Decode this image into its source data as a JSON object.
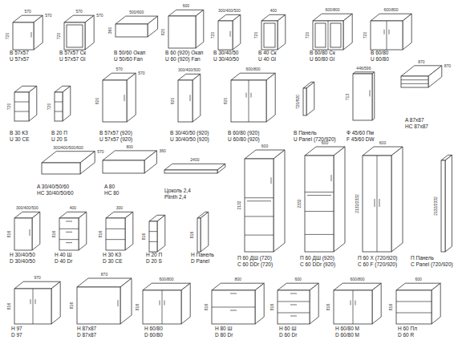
{
  "diagram": {
    "labels": [
      "B 57x57",
      "U 57x57",
      "570",
      "720",
      "570",
      "B 57x57 Ск",
      "U 57x57 Gl",
      "570",
      "720",
      "570",
      "B 50/60 Окап",
      "U 50/60 Fan",
      "500/600",
      "360",
      "B 60 (920) Окап",
      "U 60 (920) Fan",
      "600",
      "920",
      "B 30/40/50",
      "U 30/40/50",
      "300/400/500",
      "720",
      "B 40 Ск",
      "U 40 Gl",
      "400",
      "720",
      "B 60/80 Ск",
      "U 60/80 Gl",
      "600/800",
      "720",
      "B 60/80",
      "U 60/80",
      "600/800",
      "720",
      "B 30 КЗ",
      "U 30 CE",
      "720",
      "B 20 П",
      "U 20 S",
      "720",
      "B 57x57 (920)",
      "U 57x57 (920)",
      "570",
      "920",
      "570",
      "B 30/40/50 (920)",
      "U 30/40/50 (920)",
      "300/400/500",
      "920",
      "B 60/80 (920)",
      "U 60/80 (920)",
      "600/800",
      "920",
      "B Панель",
      "U Panel (720/920)",
      "720/920",
      "Ф 45/60 Пм",
      "F 45/60 DW",
      "446/596",
      "713",
      "A 87x87",
      "HC 87x87",
      "870",
      "870",
      "A 30/40/50/60",
      "HC 30/40/50/60",
      "300/400/500/600",
      "570",
      "A 80",
      "HC 80",
      "800",
      "360",
      "Цоколь 2,4",
      "Plinth 2,4",
      "2400",
      "П 60 ДШ (720)",
      "C 60 DDr (720)",
      "600",
      "2132",
      "П 60 ДШ (920)",
      "C 60 DDr (920)",
      "600",
      "2332",
      "П 60 Х (720/920)",
      "C 60 F (720/920)",
      "600",
      "2132/2332",
      "П Панель",
      "C Panel (720/920)",
      "2132/2332",
      "H 30/40/50",
      "D 30/40/50",
      "300/400/500",
      "816",
      "H 40 Ш",
      "D 40 Dr",
      "400",
      "816",
      "H 30 КЗ",
      "D 30 CE",
      "300",
      "816",
      "H 20 П",
      "D 20 S",
      "816",
      "H Панель",
      "D Panel",
      "816",
      "H 97",
      "D 97",
      "970",
      "816",
      "H 87x87",
      "D 87x87",
      "870",
      "816",
      "H 60/80",
      "D 60/80",
      "600/800",
      "816",
      "H 80 Ш",
      "D 80 Dr",
      "800",
      "816",
      "H 60 Ш",
      "D 60 Dr",
      "600",
      "816",
      "H 60/80 M",
      "D 60/80 M",
      "600/800",
      "816",
      "H 60 Пл",
      "D 60 R",
      "600",
      "816"
    ]
  }
}
